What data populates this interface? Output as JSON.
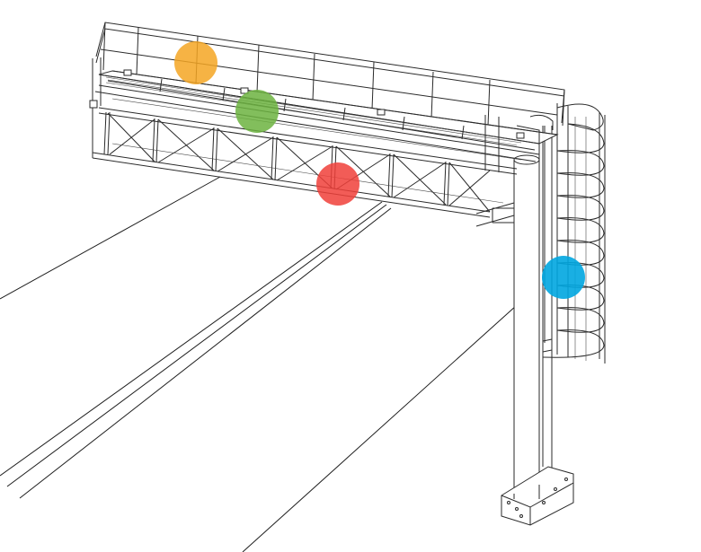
{
  "markers": [
    {
      "id": "marker-orange",
      "color": "#F5A623",
      "opacity": 0.85
    },
    {
      "id": "marker-green",
      "color": "#6CB33F",
      "opacity": 0.85
    },
    {
      "id": "marker-red",
      "color": "#F0403A",
      "opacity": 0.85
    },
    {
      "id": "marker-blue",
      "color": "#00A6E0",
      "opacity": 0.9
    }
  ]
}
